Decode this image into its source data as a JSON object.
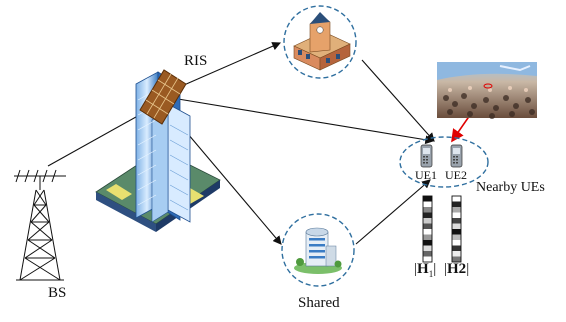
{
  "labels": {
    "ris": "RIS",
    "bs": "BS",
    "shared": "Shared",
    "nearby_ues": "Nearby UEs",
    "ue1": "UE1",
    "ue2": "UE2",
    "h1_bar": "|",
    "h1_bold": "H",
    "h1_sub": "1",
    "h1_end": "|",
    "h2_bar": "|",
    "h2_bold": "H2",
    "h2_end": "|"
  },
  "colors": {
    "dashed_circle": "#2f6f9f",
    "arrow": "#111111",
    "red_arrow": "#e00000",
    "ris_panel": "#9a5a22",
    "building_blue": "#3a7cc4"
  },
  "icons": {
    "base_station": "lattice-tower-antenna-icon",
    "ris_building": "skyscraper-with-ris-panel-icon",
    "house_top": "town-hall-building-icon",
    "house_bottom": "office-tower-building-icon",
    "crowd": "stadium-crowd-photo-icon",
    "phone": "mobile-phone-icon"
  },
  "channel_bars": {
    "h1_shades": [
      "#111",
      "#fff",
      "#888",
      "#222",
      "#ccc",
      "#555",
      "#fff",
      "#999",
      "#111",
      "#ddd",
      "#666",
      "#fff"
    ],
    "h2_shades": [
      "#fff",
      "#222",
      "#aaa",
      "#fff",
      "#444",
      "#ddd",
      "#111",
      "#bbb",
      "#fff",
      "#333",
      "#eee",
      "#777"
    ]
  }
}
